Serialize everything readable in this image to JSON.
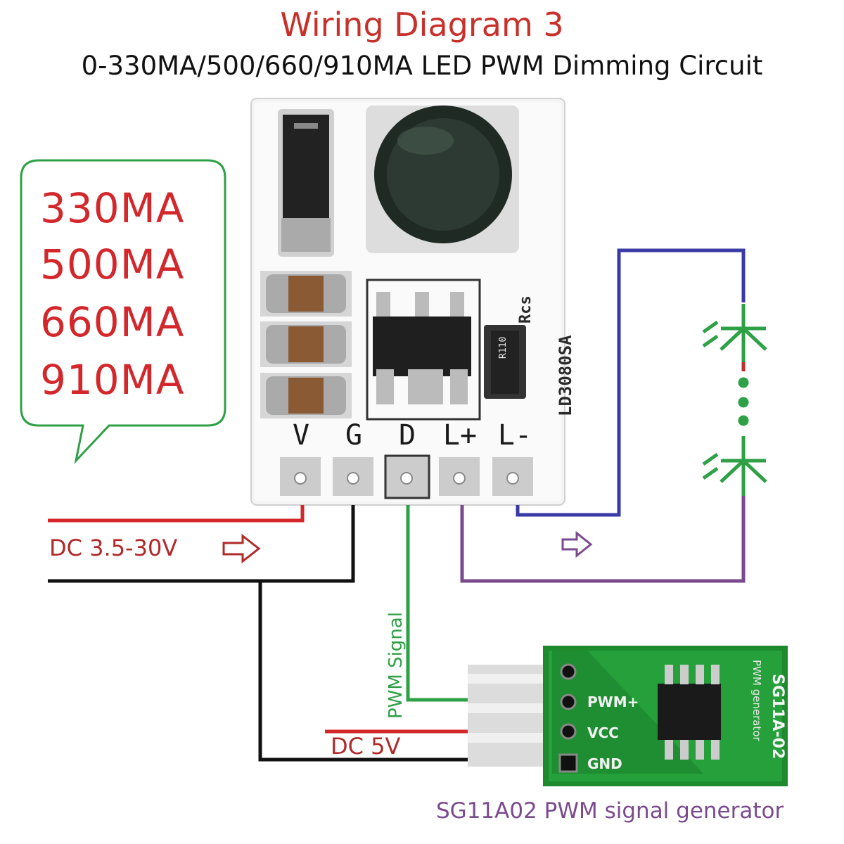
{
  "title": "Wiring Diagram 3",
  "subtitle": "0-330MA/500/660/910MA LED PWM Dimming Circuit",
  "currents": [
    "330MA",
    "500MA",
    "660MA",
    "910MA"
  ],
  "board": {
    "model": "LD3080SA",
    "rcs_label": "Rcs",
    "resistor_code": "R110",
    "pins": [
      "V",
      "G",
      "D",
      "L+",
      "L-"
    ]
  },
  "labels": {
    "dc_main": "DC 3.5-30V",
    "dc_5v": "DC 5V",
    "pwm_signal": "PWM Signal",
    "generator_caption": "SG11A02 PWM signal generator"
  },
  "generator": {
    "model": "SG11A-02",
    "description": "PWM generator",
    "pins": [
      "PWM+",
      "VCC",
      "GND"
    ]
  },
  "colors": {
    "title": "#c8302a",
    "power_positive": "#d3272b",
    "ground": "#111111",
    "pwm": "#2ea046",
    "led_positive": "#7b4a8e",
    "led_negative": "#3a3aa6",
    "callout_border": "#2ea046",
    "led_symbol": "#2ea046"
  }
}
